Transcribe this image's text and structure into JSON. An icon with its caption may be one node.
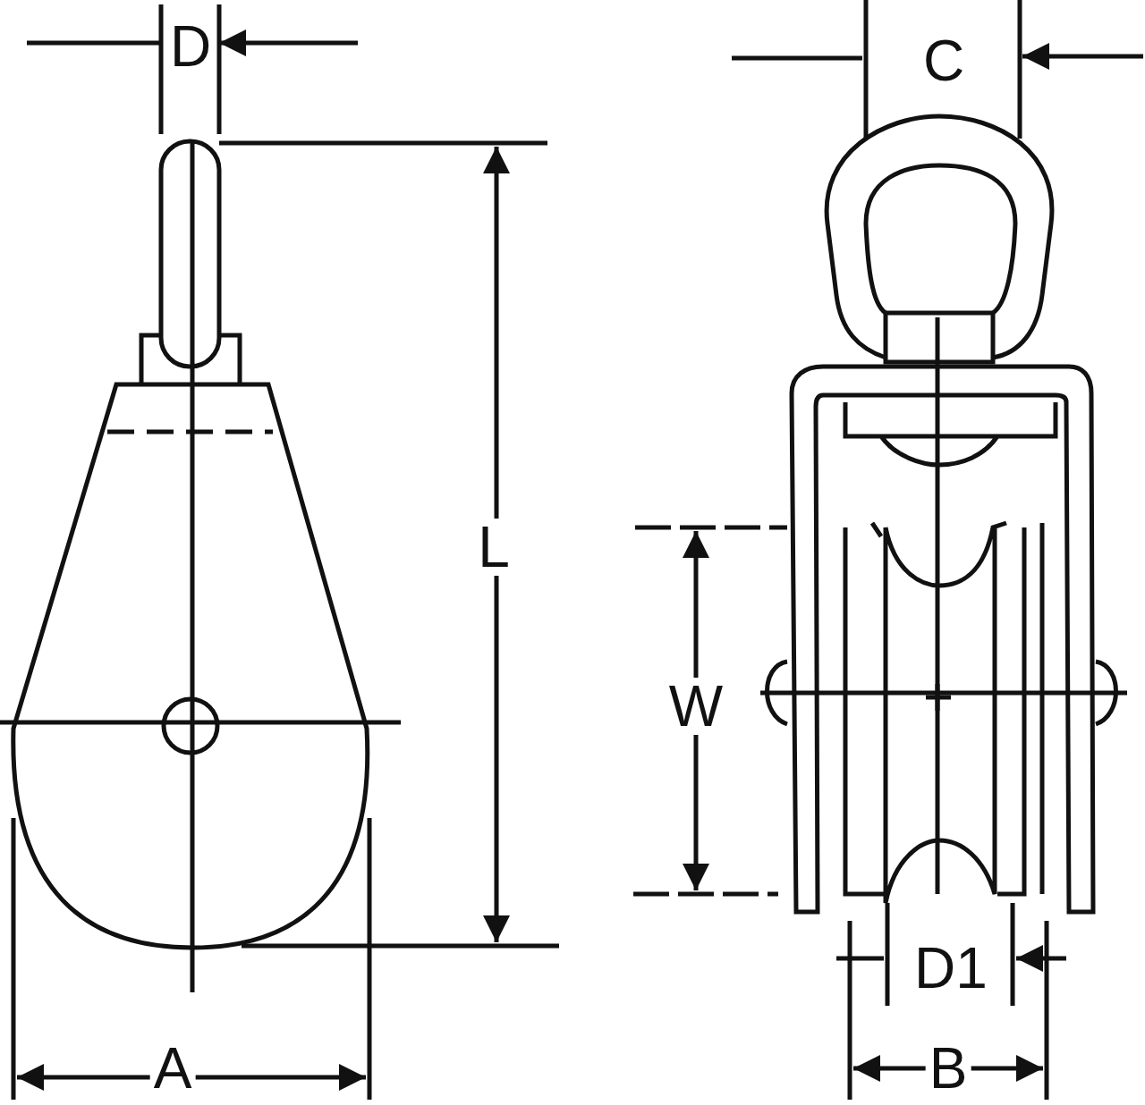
{
  "diagram": {
    "labels": [
      "D",
      "C",
      "L",
      "W",
      "D1",
      "A",
      "B"
    ]
  }
}
